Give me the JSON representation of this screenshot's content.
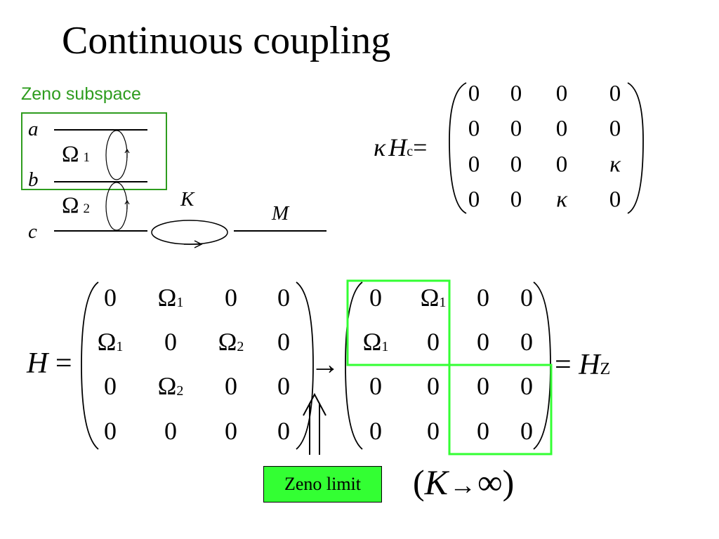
{
  "title": "Continuous coupling",
  "level_diagram": {
    "box_label": "Zeno subspace",
    "levels": [
      "a",
      "b",
      "c"
    ],
    "omega1": {
      "symbol": "Ω",
      "index": "1"
    },
    "omega2": {
      "symbol": "Ω",
      "index": "2"
    },
    "decay_rate": "K",
    "sink_label": "M"
  },
  "kh_matrix": {
    "lhs": {
      "k": "κ",
      "h": "H",
      "sub": "c",
      "eq": "="
    },
    "rows": [
      [
        "0",
        "0",
        "0",
        "0"
      ],
      [
        "0",
        "0",
        "0",
        "0"
      ],
      [
        "0",
        "0",
        "0",
        "κ"
      ],
      [
        "0",
        "0",
        "κ",
        "0"
      ]
    ]
  },
  "h_matrix": {
    "lhs": {
      "h": "H",
      "eq": "="
    },
    "rows": [
      [
        "0",
        "Ω1",
        "0",
        "0"
      ],
      [
        "Ω1",
        "0",
        "Ω2",
        "0"
      ],
      [
        "0",
        "Ω2",
        "0",
        "0"
      ],
      [
        "0",
        "0",
        "0",
        "0"
      ]
    ]
  },
  "arrow": "→",
  "hz_matrix": {
    "rows": [
      [
        "0",
        "Ω1",
        "0",
        "0"
      ],
      [
        "Ω1",
        "0",
        "0",
        "0"
      ],
      [
        "0",
        "0",
        "0",
        "0"
      ],
      [
        "0",
        "0",
        "0",
        "0"
      ]
    ],
    "rhs": {
      "eq": "=",
      "h": "H",
      "sub": "Z"
    }
  },
  "zeno_limit_label": "Zeno limit",
  "limit_condition": {
    "open": "(",
    "k": "K",
    "arrow": "→",
    "inf": "∞",
    "close": ")"
  },
  "colors": {
    "zeno_text": "#2e9c1e",
    "highlight": "#33ff33",
    "box_green": "#2e9c1e"
  }
}
